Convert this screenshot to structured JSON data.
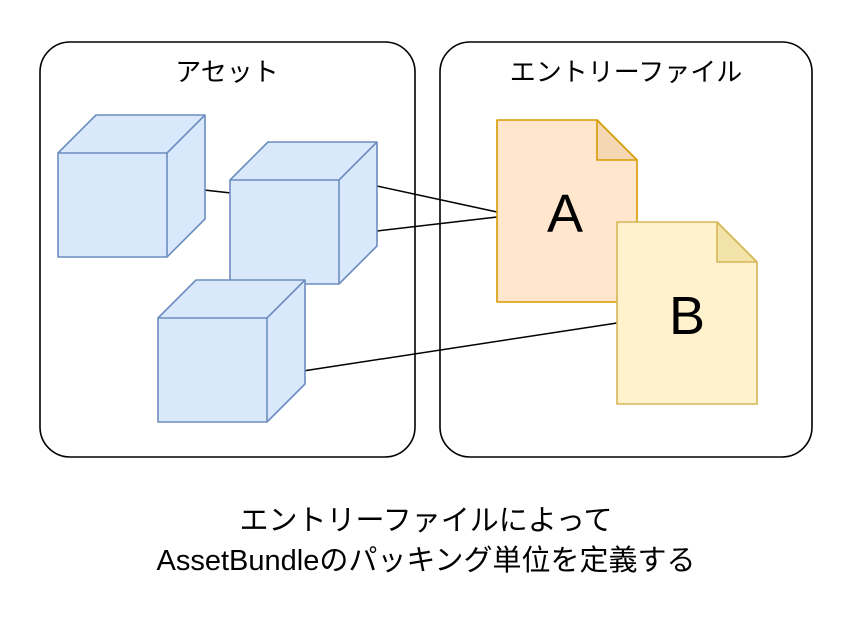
{
  "boxes": {
    "assets": {
      "label": "アセット"
    },
    "entry_files": {
      "label": "エントリーファイル"
    }
  },
  "files": {
    "a": {
      "label": "A"
    },
    "b": {
      "label": "B"
    }
  },
  "caption": {
    "line1": "エントリーファイルによって",
    "line2": "AssetBundleのパッキング単位を定義する"
  },
  "colors": {
    "cube_fill": "#dae8fc",
    "cube_stroke": "#6c8ebf",
    "file_a_fill": "#ffe6cc",
    "file_a_fold": "#f5d7b3",
    "file_a_stroke": "#d79b00",
    "file_b_fill": "#fff2cc",
    "file_b_fold": "#f2e3a9",
    "file_b_stroke": "#d6b656",
    "box_stroke": "#000000",
    "connector": "#000000",
    "text": "#000000"
  }
}
